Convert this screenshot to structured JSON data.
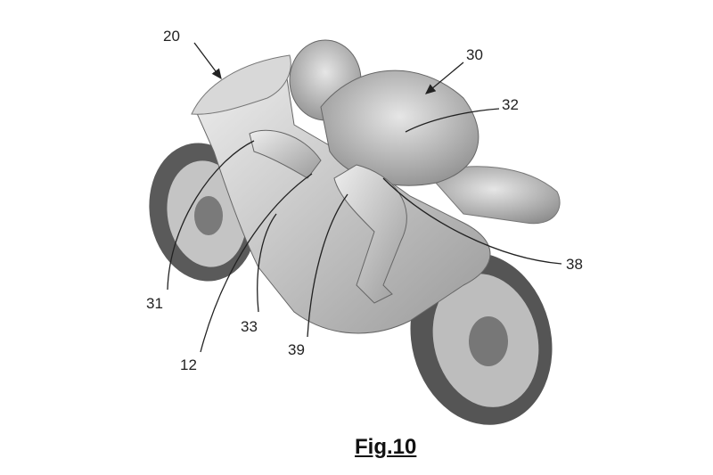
{
  "figure": {
    "caption": "Fig.10",
    "reference_labels": {
      "fairing": "20",
      "rider": "30",
      "torso": "32",
      "leg": "38",
      "front": "31",
      "side": "33",
      "handlebar": "12",
      "knee": "39"
    }
  }
}
